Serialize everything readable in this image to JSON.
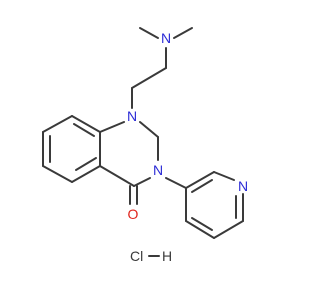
{
  "colors": {
    "bond": "#3a3a3a",
    "nitrogen": "#2b2bd6",
    "oxygen": "#e0241c",
    "text": "#3a3a3a"
  },
  "atoms": {
    "n_amine": "N",
    "n1_ring": "N",
    "n3_ring": "N",
    "n_pyridine": "N",
    "o_carbonyl": "O"
  },
  "salt": {
    "cl": "Cl",
    "h": "H"
  }
}
